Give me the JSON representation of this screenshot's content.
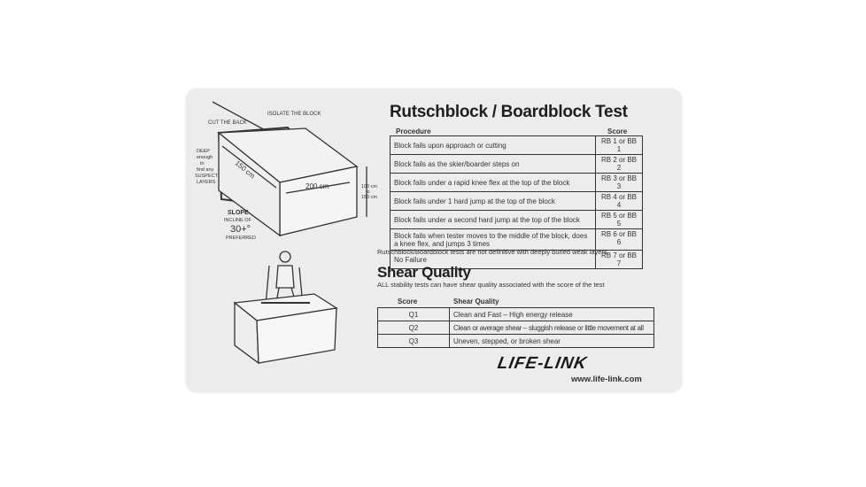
{
  "rutschblock": {
    "title": "Rutschblock / Boardblock Test",
    "headers": {
      "procedure": "Procedure",
      "score": "Score"
    },
    "rows": [
      {
        "procedure": "Block fails upon approach or cutting",
        "score": "RB 1 or BB 1"
      },
      {
        "procedure": "Block fails as the skier/boarder steps on",
        "score": "RB 2 or BB 2"
      },
      {
        "procedure": "Block fails under a rapid knee flex at the top of the block",
        "score": "RB 3 or BB 3"
      },
      {
        "procedure": "Block fails under 1 hard jump at the top of the block",
        "score": "RB 4 or BB 4"
      },
      {
        "procedure": "Block fails under a second hard jump at the top of the block",
        "score": "RB 5 or BB 5"
      },
      {
        "procedure": "Block fails when tester moves to the middle of the block, does a knee flex, and jumps 3 times",
        "score": "RB 6 or BB 6"
      },
      {
        "procedure": "No Failure",
        "score": "RB 7 or BB 7"
      }
    ],
    "note": "Rutschblock/Boardblock tests are not definitive with deeply buried weak layers"
  },
  "shear": {
    "title": "Shear Quality",
    "subtitle": "ALL stability tests can have shear quality associated with the score of the test",
    "headers": {
      "score": "Score",
      "quality": "Shear Quality"
    },
    "rows": [
      {
        "score": "Q1",
        "quality": "Clean and Fast – High energy release"
      },
      {
        "score": "Q2",
        "quality": "Clean or average shear – sluggish release or little movement at all"
      },
      {
        "score": "Q3",
        "quality": "Uneven, stepped, or broken shear"
      }
    ]
  },
  "illustration": {
    "cut_back": "CUT THE BACK",
    "isolate": "ISOLATE THE BLOCK",
    "deep": [
      "DEEP",
      "enough",
      "to",
      "find any",
      "SUSPECT",
      "LAYERS"
    ],
    "depth": "150 cm",
    "width": "200 cm",
    "height": [
      "100 cm",
      "to",
      "150 cm"
    ],
    "slope": "SLOPE",
    "incline": [
      "INCLINE OF",
      "30+°",
      "PREFERRED"
    ]
  },
  "brand": {
    "logo": "LIFE-LINK",
    "url": "www.life-link.com"
  }
}
